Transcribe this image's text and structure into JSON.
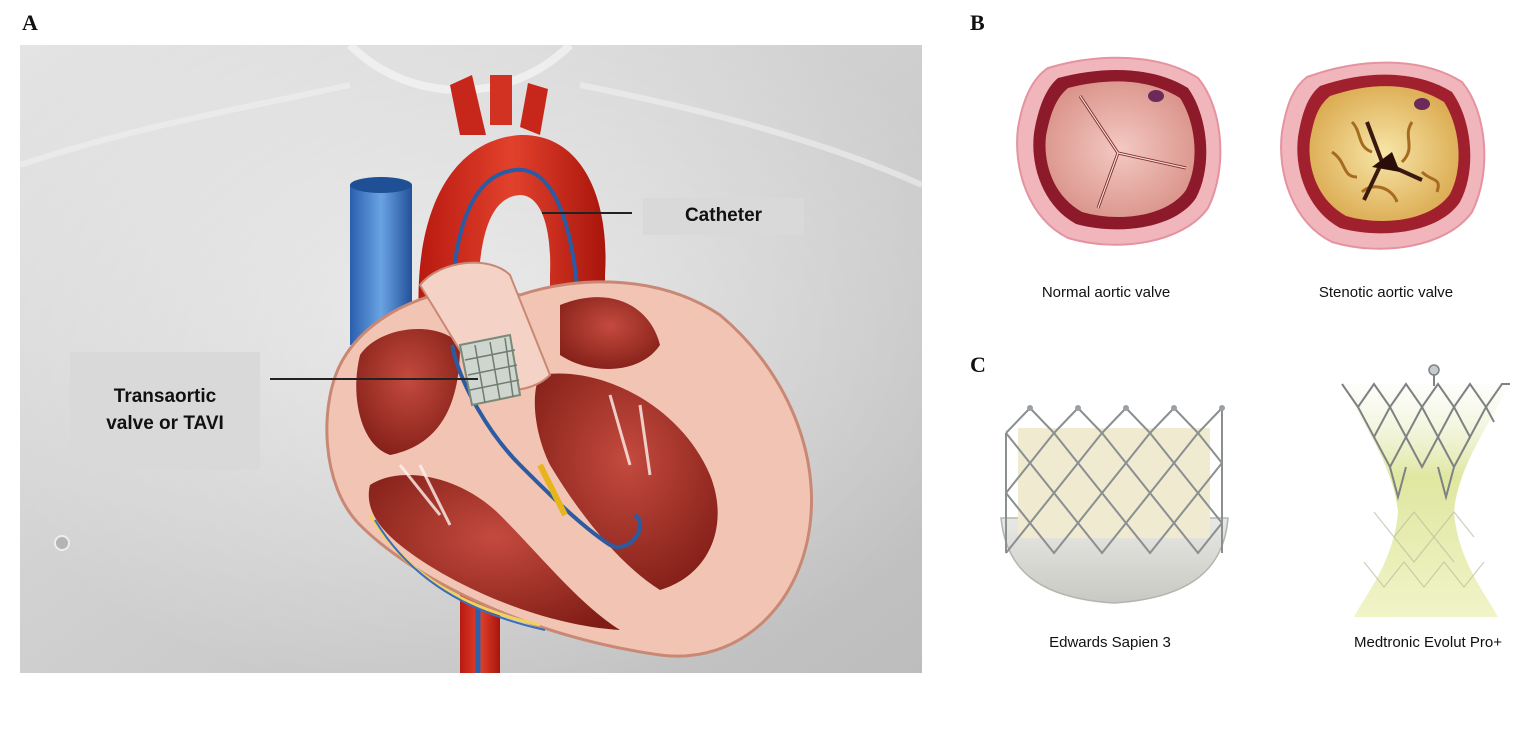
{
  "panels": {
    "a": {
      "letter": "A",
      "callout_catheter": "Catheter",
      "callout_tavi": "Transaortic valve or TAVI"
    },
    "b": {
      "letter": "B",
      "normal_caption": "Normal aortic valve",
      "stenotic_caption": "Stenotic aortic valve"
    },
    "c": {
      "letter": "C",
      "edwards_caption": "Edwards Sapien 3",
      "medtronic_caption": "Medtronic Evolut Pro+"
    }
  }
}
